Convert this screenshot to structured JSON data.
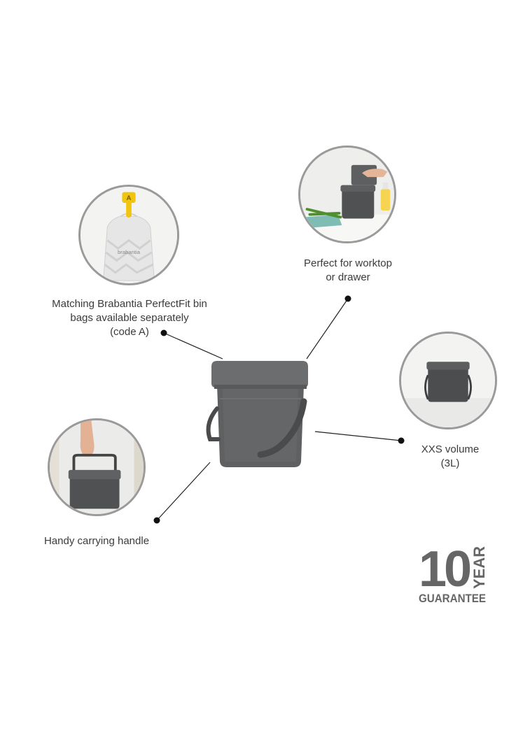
{
  "callouts": [
    {
      "id": "bags",
      "lines": [
        "Matching Brabantia PerfectFit bin",
        "bags available separately",
        "(code A)"
      ],
      "badge_letter": "A",
      "bag_brand": "brabantia"
    },
    {
      "id": "worktop",
      "lines": [
        "Perfect for worktop",
        "or drawer"
      ]
    },
    {
      "id": "volume",
      "lines": [
        "XXS volume",
        "(3L)"
      ]
    },
    {
      "id": "handle",
      "lines": [
        "Handy carrying handle"
      ]
    }
  ],
  "guarantee": {
    "number": "10",
    "word_vertical": "YEAR",
    "word": "GUARANTEE"
  },
  "colors": {
    "bin": "#5f6061",
    "bin_dark": "#4a4b4c",
    "lid": "#6c6d6e",
    "circle_border": "#9a9a9a",
    "text": "#3b3b3b",
    "badge_yellow": "#f1c40f",
    "guarantee": "#666666"
  }
}
